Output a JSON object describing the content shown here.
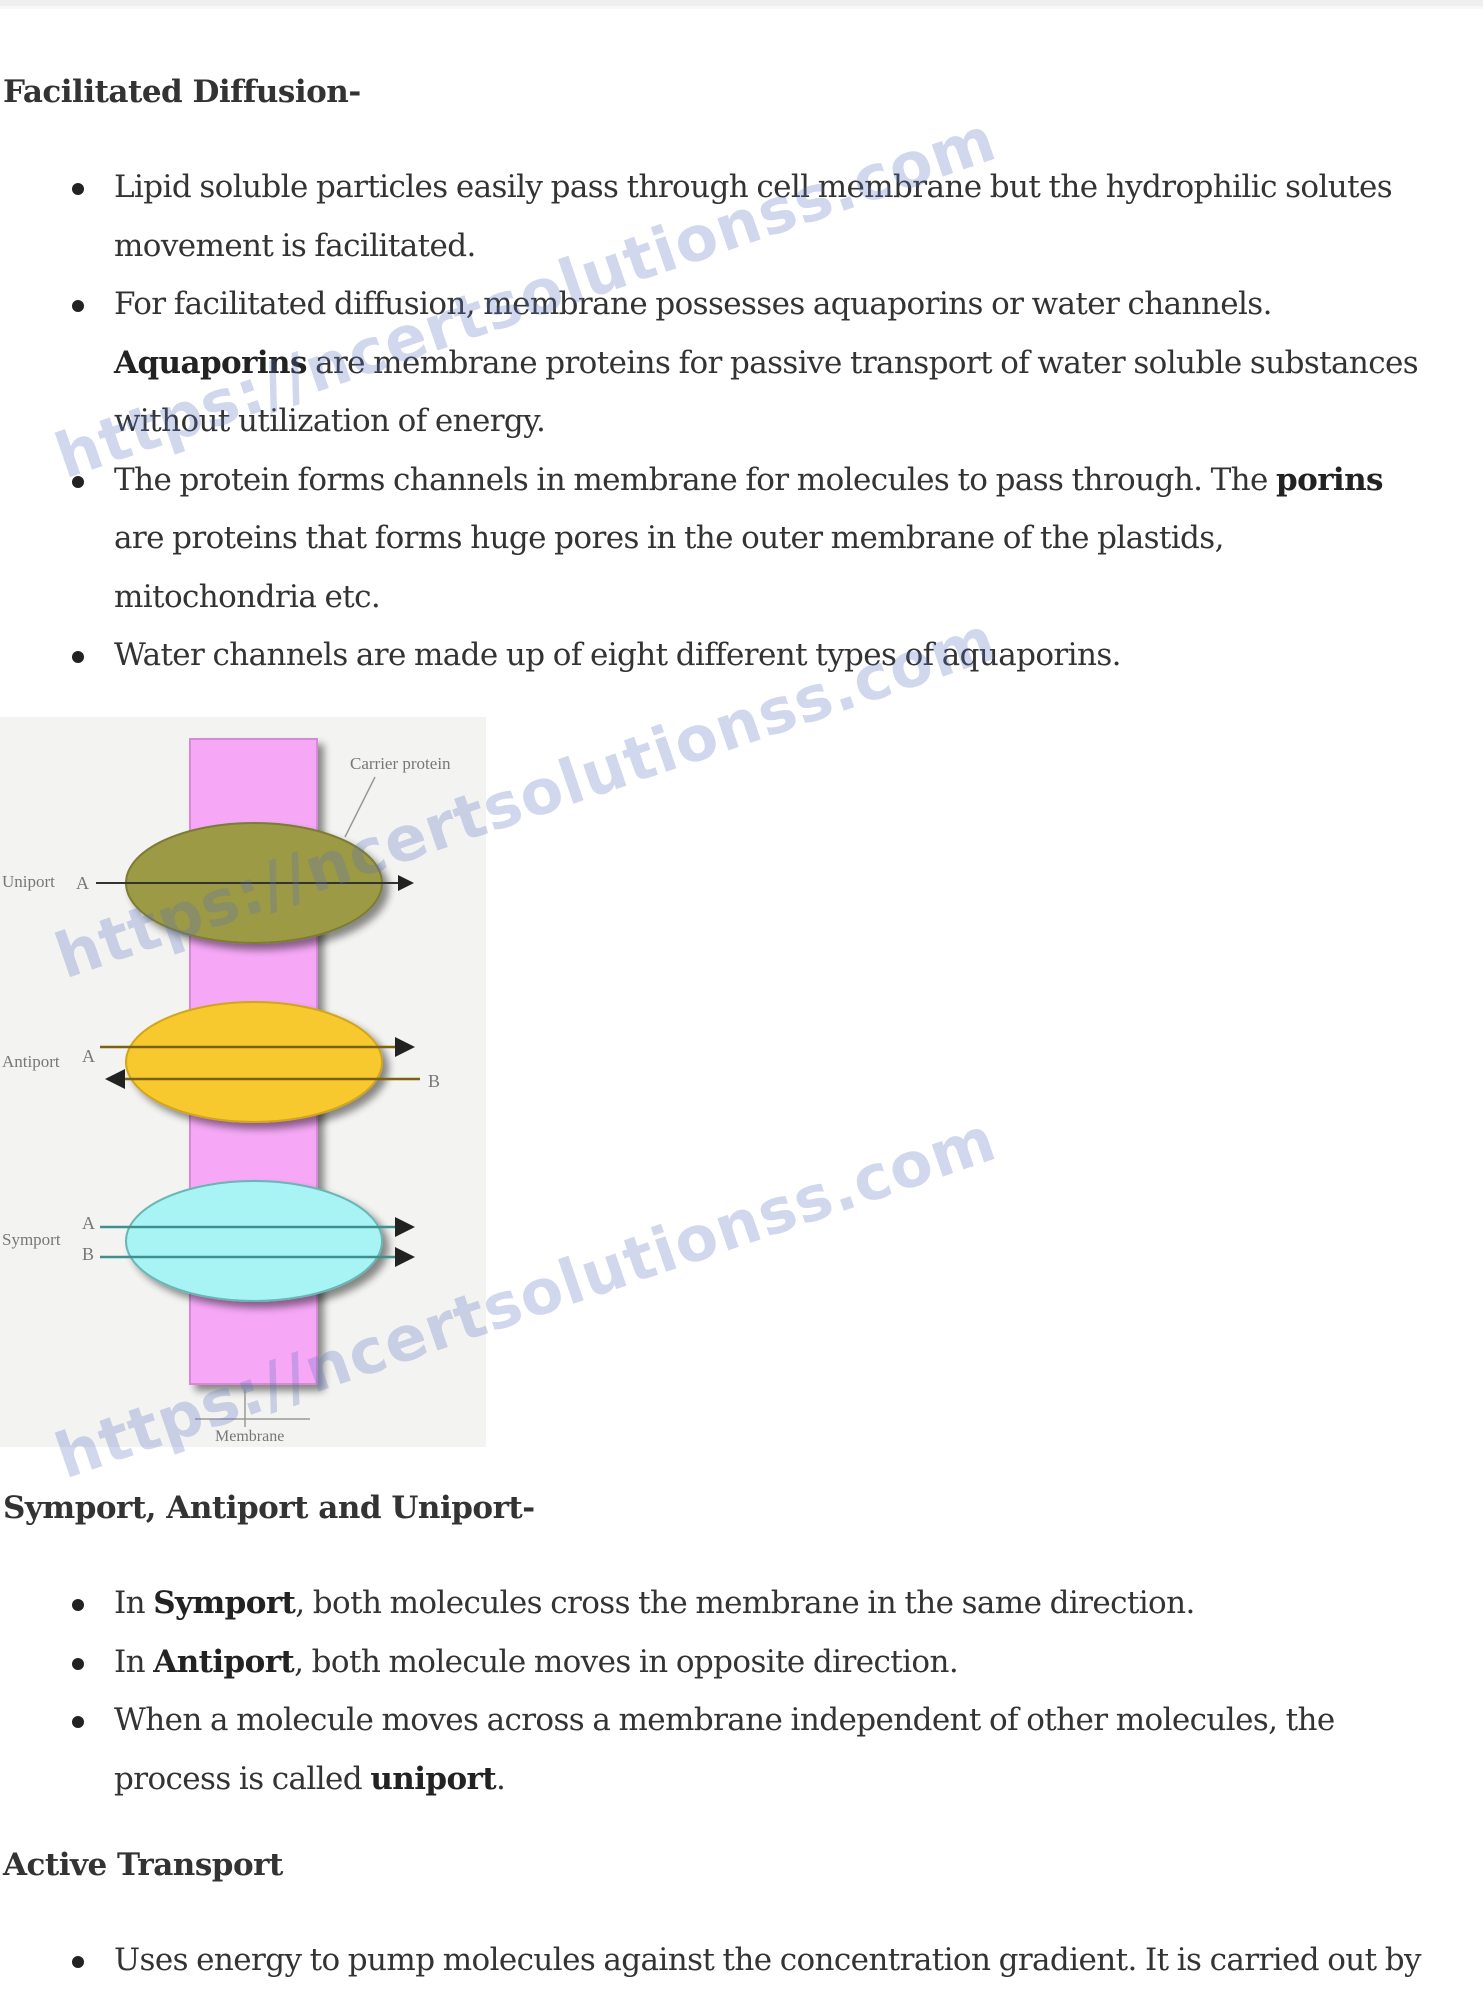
{
  "sections": [
    {
      "heading": "Facilitated Diffusion-",
      "bullets": [
        {
          "lines": [
            "Lipid soluble particles easily pass through cell membrane but the hydrophilic solutes",
            "movement is facilitated."
          ]
        },
        {
          "pre": "For facilitated diffusion, membrane possesses aquaporins or water channels.",
          "bold": "Aquaporins",
          "post": " are membrane proteins for passive transport of water soluble substances",
          "line3": "without utilization of energy."
        },
        {
          "pre": "The protein forms channels in membrane for molecules to pass through. The ",
          "bold": "porins",
          "line2": "are proteins that forms huge pores in the outer membrane of the plastids,",
          "line3": "mitochondria etc."
        },
        {
          "text": "Water channels are made up of eight different types of aquaporins."
        }
      ]
    },
    {
      "heading": "Symport, Antiport and Uniport-",
      "bullets": [
        {
          "pre": "In ",
          "bold": "Symport",
          "post": ", both molecules cross the membrane in the same direction."
        },
        {
          "pre": "In ",
          "bold": "Antiport",
          "post": ", both molecule moves in opposite direction."
        },
        {
          "line1": "When a molecule moves across a membrane independent of other molecules, the",
          "pre": "process is called ",
          "bold": "uniport",
          "post": "."
        }
      ]
    },
    {
      "heading": "Active Transport",
      "bullets": [
        {
          "text": "Uses energy to pump molecules against the concentration gradient. It is carried out by"
        }
      ]
    }
  ],
  "diagram": {
    "carrier_label": "Carrier protein",
    "membrane_label": "Membrane",
    "uniport_label": "Uniport",
    "antiport_label": "Antiport",
    "symport_label": "Symport",
    "a": "A",
    "b": "B",
    "colors": {
      "membrane": "#f6a8f6",
      "uniport": "#9c9a45",
      "antiport": "#f7c92e",
      "symport": "#a8f4f4",
      "background": "#f3f3f1"
    }
  },
  "watermark": "https://ncertsolutionss.com"
}
